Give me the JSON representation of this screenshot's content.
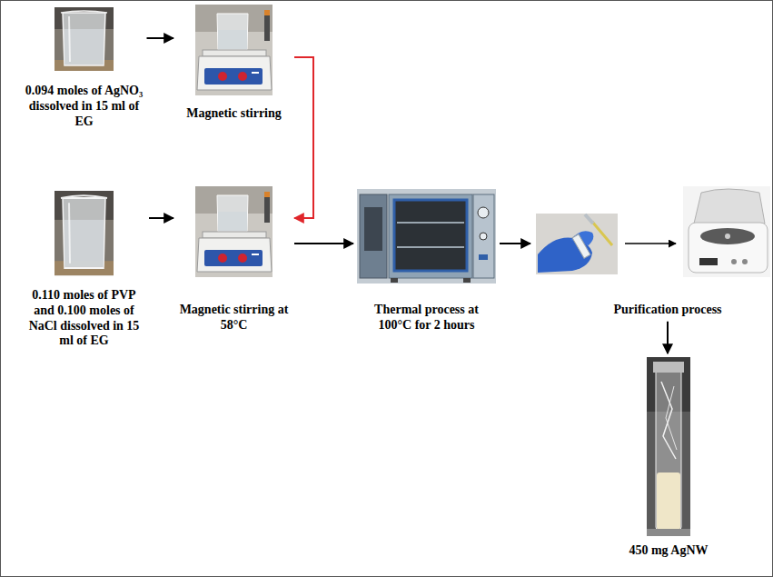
{
  "diagram": {
    "nodes": [
      {
        "text": [
          "0.094 moles of AgNO₃ dissolved in 15 ml of EG"
        ]
      },
      {
        "text": [
          "Magnetic stirring"
        ]
      },
      {
        "text": [
          "0.110 moles of PVP and 0.100 moles of NaCl dissolved in 15 ml of EG"
        ]
      },
      {
        "text": [
          "Magnetic stirring at 58°C"
        ]
      },
      {
        "text": [
          "Thermal process at 100°C for 2 hours"
        ]
      },
      {
        "text": [
          "Purification process"
        ]
      },
      {
        "text": [
          "450 mg AgNW"
        ]
      }
    ],
    "edges": [
      {
        "from": 0,
        "to": 1,
        "arrow": "to"
      },
      {
        "from": 1,
        "to": 3,
        "arrow": "to"
      },
      {
        "from": 2,
        "to": 3,
        "arrow": "to"
      },
      {
        "from": 3,
        "to": 4,
        "arrow": "to"
      },
      {
        "from": 4,
        "to": 5,
        "arrow": "to"
      },
      {
        "from": 5,
        "to": 6,
        "arrow": "to"
      }
    ]
  }
}
